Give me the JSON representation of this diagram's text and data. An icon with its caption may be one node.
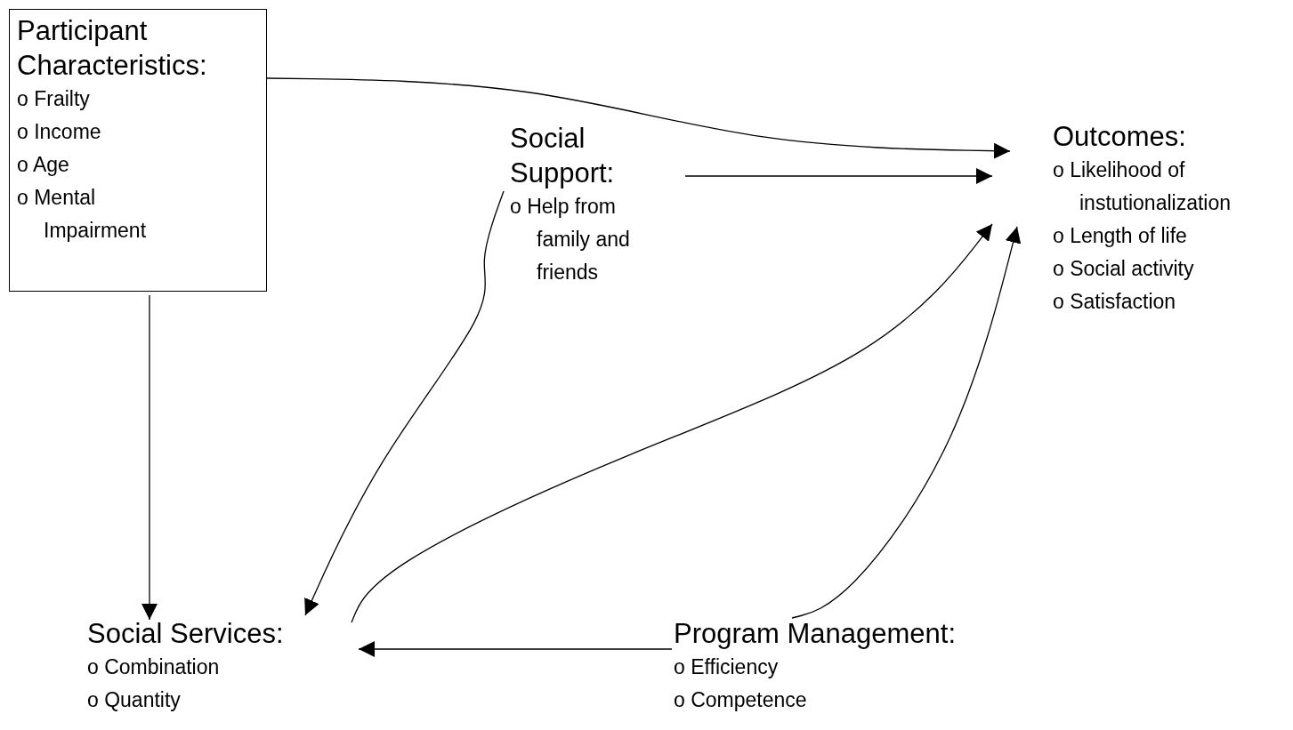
{
  "diagram": {
    "nodes": [
      {
        "text": [
          "Participant Characteristics:",
          "o Frailty",
          "o Income",
          "o Age",
          "o Mental Impairment"
        ]
      },
      {
        "text": [
          "Social Support:",
          "o Help from family and friends"
        ]
      },
      {
        "text": [
          "Outcomes:",
          "o Likelihood of instutionalization",
          "o Length of life",
          "o Social activity",
          "o Satisfaction"
        ]
      },
      {
        "text": [
          "Social Services:",
          "o Combination",
          "o Quantity"
        ]
      },
      {
        "text": [
          "Program Management:",
          "o Efficiency",
          "o Competence"
        ]
      }
    ],
    "edges": [
      {
        "from": 0,
        "to": 2,
        "arrow": "to"
      },
      {
        "from": 1,
        "to": 2,
        "arrow": "to"
      },
      {
        "from": 0,
        "to": 3,
        "arrow": "to"
      },
      {
        "from": 1,
        "to": 3,
        "arrow": "to"
      },
      {
        "from": 3,
        "to": 2,
        "arrow": "to"
      },
      {
        "from": 4,
        "to": 2,
        "arrow": "to"
      },
      {
        "from": 4,
        "to": 3,
        "arrow": "to"
      }
    ]
  }
}
